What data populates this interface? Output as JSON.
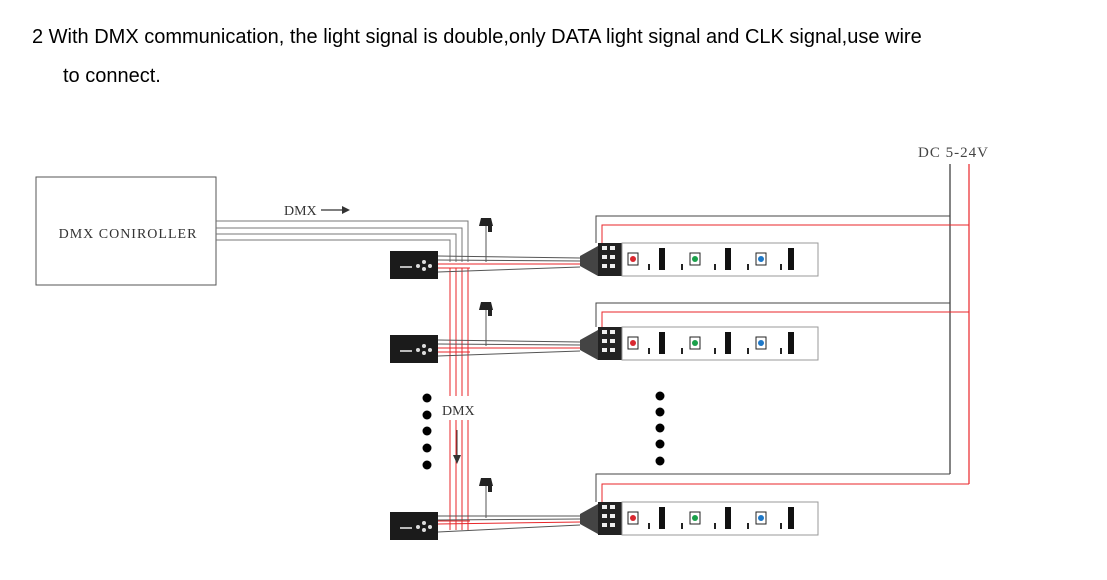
{
  "instruction": {
    "line1": "2 With DMX communication, the light signal is double,only DATA light signal and CLK signal,use wire",
    "line2": "to connect."
  },
  "diagram": {
    "controller_label": "DMX CONIROLLER",
    "dmx_top_label": "DMX",
    "dmx_mid_label": "DMX",
    "power_label": "DC 5-24V",
    "colors": {
      "red_wire": "#e8262a",
      "black_wire": "#222222",
      "led_red": "#d92830",
      "led_green": "#1aa04a",
      "led_blue": "#1e78c8",
      "decoder": "#1b1b1b"
    }
  }
}
